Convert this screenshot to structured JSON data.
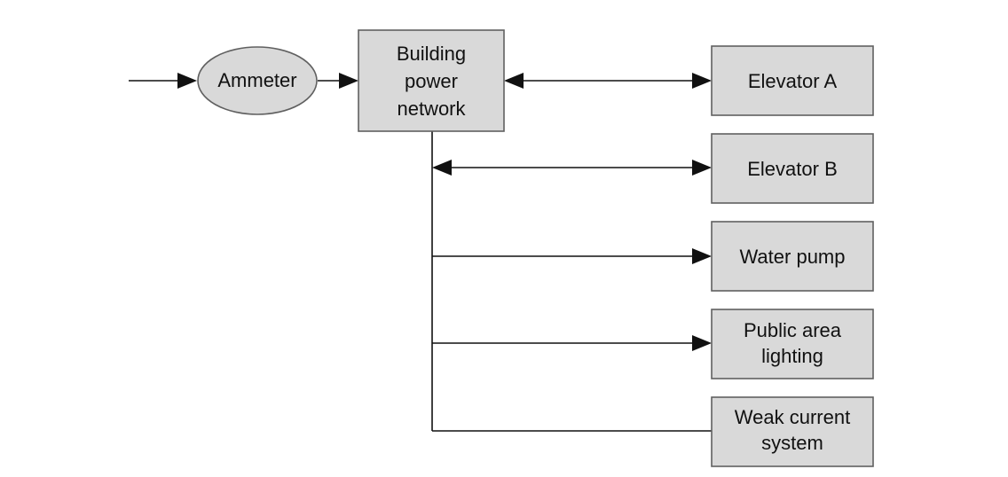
{
  "diagram": {
    "ammeter": "Ammeter",
    "network": [
      "Building",
      "power",
      "network"
    ],
    "elevator_a": "Elevator A",
    "elevator_b": "Elevator B",
    "water_pump": "Water pump",
    "lighting": [
      "Public area",
      "lighting"
    ],
    "weak_current": [
      "Weak current",
      "system"
    ]
  },
  "colors": {
    "node_fill": "#d9d9d9",
    "node_stroke": "#606060",
    "line": "#111111"
  }
}
